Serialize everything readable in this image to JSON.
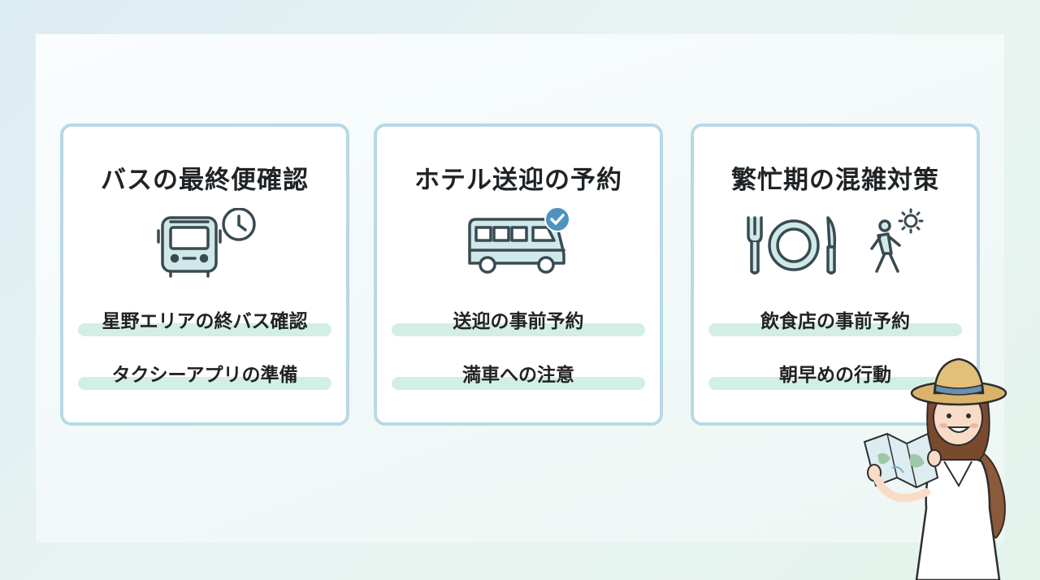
{
  "cards": [
    {
      "title": "バスの最終便確認",
      "icons": [
        "bus-icon",
        "clock-icon"
      ],
      "items": [
        "星野エリアの終バス確認",
        "タクシーアプリの準備"
      ]
    },
    {
      "title": "ホテル送迎の予約",
      "icons": [
        "shuttle-van-icon",
        "checkmark-icon"
      ],
      "items": [
        "送迎の事前予約",
        "満車への注意"
      ]
    },
    {
      "title": "繁忙期の混雑対策",
      "icons": [
        "fork-icon",
        "plate-icon",
        "knife-icon",
        "walking-person-icon",
        "sun-icon"
      ],
      "items": [
        "飲食店の事前予約",
        "朝早めの行動"
      ]
    }
  ],
  "illustration": "traveler-with-map",
  "colors": {
    "card_border": "#b7d9e6",
    "icon_fill": "#cfe8e8",
    "icon_stroke": "#3a4a52",
    "highlight": "#d3efe5",
    "check_badge": "#4d93bf"
  }
}
